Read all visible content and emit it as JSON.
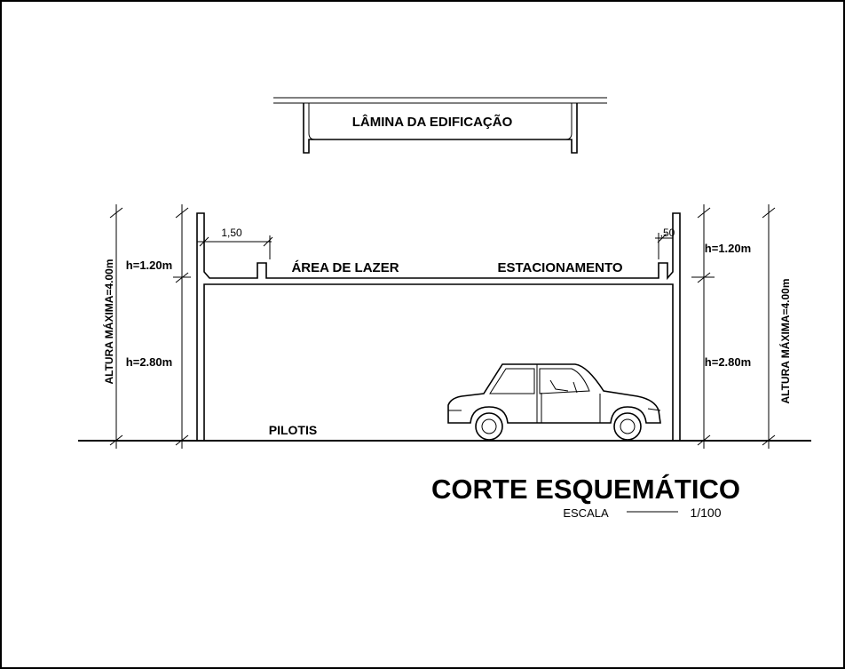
{
  "title": "CORTE ESQUEMÁTICO",
  "scale_label": "ESCALA",
  "scale_value": "1/100",
  "slab_label": "LÂMINA DA EDIFICAÇÃO",
  "roof_left_label": "ÁREA DE LAZER",
  "roof_right_label": "ESTACIONAMENTO",
  "ground_label": "PILOTIS",
  "dims": {
    "left_parapet": "1,50",
    "right_parapet": ",50",
    "h_upper_left": "h=1.20m",
    "h_lower_left": "h=2.80m",
    "h_upper_right": "h=1.20m",
    "h_lower_right": "h=2.80m",
    "max_height_left": "ALTURA MÁXIMA=4.00m",
    "max_height_right": "ALTURA MÁXIMA=4.00m"
  }
}
